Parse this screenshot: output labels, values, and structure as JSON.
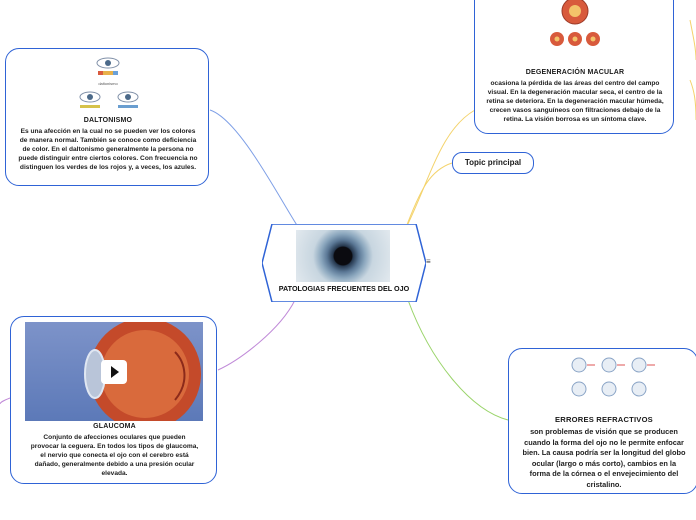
{
  "central": {
    "title": "PATOLOGIAS FRECUENTES DEL OJO",
    "menu_icon": "≡"
  },
  "topic": {
    "label": "Topic principal"
  },
  "daltonismo": {
    "title": "DALTONISMO",
    "body": "Es una afección en la cual no se pueden ver los colores de manera normal. También se conoce como deficiencia de color. En el daltonismo generalmente la persona no puede distinguir entre ciertos colores. Con frecuencia no distinguen los verdes de los rojos y, a veces, los azules.",
    "image_caption": "daltonismo"
  },
  "degeneracion": {
    "title": "DEGENERACIÓN MACULAR",
    "body": "ocasiona la pérdida de las áreas del centro del campo visual. En la degeneración macular seca, el centro de la retina se deteriora. En la degeneración macular húmeda, crecen vasos sanguíneos con filtraciones debajo de la retina. La visión borrosa es un síntoma clave."
  },
  "glaucoma": {
    "title": "GLAUCOMA",
    "body": "Conjunto de afecciones oculares que pueden provocar la ceguera. En todos los tipos de glaucoma, el nervio que conecta el ojo con el cerebro está dañado, generalmente debido a una presión ocular elevada."
  },
  "errores": {
    "title": "ERRORES  REFRACTIVOS",
    "body": "son problemas de visión que se producen cuando la forma del ojo no le permite enfocar bien. La causa podría ser la longitud del globo ocular (largo o más corto), cambios en la forma de la córnea o el envejecimiento del cristalino."
  },
  "colors": {
    "node_border": "#2f63d6",
    "link_daltonismo": "#7e9fe6",
    "link_topic": "#f4d36b",
    "link_glaucoma": "#c08ad8",
    "link_errores": "#9ad46a"
  },
  "icons": [
    "eye-illustration-icon",
    "play-icon",
    "menu-icon"
  ]
}
